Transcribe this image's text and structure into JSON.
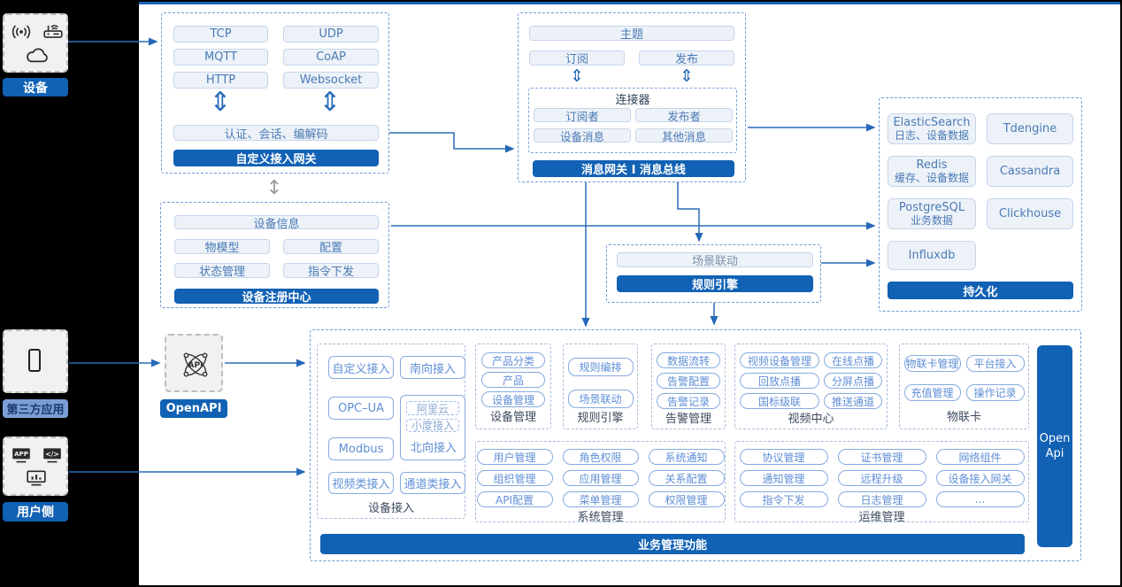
{
  "colors": {
    "primary_blue": "#1161b4",
    "line_blue": "#2b6cb8",
    "pill_border": "#85abdf",
    "pill_text": "#5e8ed6",
    "light_fill": "#edf2f8",
    "light_border": "#c6d4ea",
    "light_text": "#4a7ab5",
    "third_party_label_bg": "#7b9fd4",
    "canvas_bg": "#000000"
  },
  "glyphs": {
    "double_v": "⇕",
    "thin_v": "↕",
    "app": "APP",
    "code": "</>",
    "api": "API"
  },
  "left_panel": {
    "device": {
      "label": "设备"
    },
    "third_party": {
      "label": "第三方应用"
    },
    "user_side": {
      "label": "用户侧"
    }
  },
  "openapi": {
    "label": "OpenAPI"
  },
  "custom_gateway": {
    "title": "自定义接入网关",
    "protocols": [
      "TCP",
      "UDP",
      "MQTT",
      "CoAP",
      "HTTP",
      "Websocket"
    ],
    "session": "认证、会话、编解码"
  },
  "message_bus": {
    "title": "消息网关 I 消息总线",
    "topic": "主题",
    "subscribe": "订阅",
    "publish": "发布",
    "connector": {
      "title": "连接器",
      "subscriber": "订阅者",
      "publisher": "发布者",
      "device_msg": "设备消息",
      "other_msg": "其他消息"
    }
  },
  "persistence": {
    "title": "持久化",
    "stores": [
      {
        "name": "ElasticSearch",
        "desc": "日志、设备数据"
      },
      {
        "name": "Tdengine",
        "desc": ""
      },
      {
        "name": "Redis",
        "desc": "缓存、设备数据"
      },
      {
        "name": "Cassandra",
        "desc": ""
      },
      {
        "name": "PostgreSQL",
        "desc": "业务数据"
      },
      {
        "name": "Clickhouse",
        "desc": ""
      },
      {
        "name": "Influxdb",
        "desc": ""
      }
    ]
  },
  "device_registry": {
    "title": "设备注册中心",
    "device_info": "设备信息",
    "thing_model": "物模型",
    "config": "配置",
    "status_mgmt": "状态管理",
    "command_dispatch": "指令下发"
  },
  "rule_engine_box": {
    "title": "规则引擎",
    "scene_linkage": "场景联动"
  },
  "business": {
    "title": "业务管理功能",
    "open_api": "Open Api",
    "device_access": {
      "label": "设备接入",
      "custom": "自定义接入",
      "south": "南向接入",
      "opcua": "OPC–UA",
      "aliyun": "阿里云",
      "xiaodu": "小度接入",
      "north": "北向接入",
      "modbus": "Modbus",
      "video": "视频类接入",
      "channel": "通道类接入"
    },
    "device_mgmt": {
      "label": "设备管理",
      "items": [
        "产品分类",
        "产品",
        "设备管理"
      ]
    },
    "rule_engine": {
      "label": "规则引擎",
      "items": [
        "规则编排",
        "场景联动"
      ]
    },
    "alarm_mgmt": {
      "label": "告警管理",
      "items": [
        "数据流转",
        "告警配置",
        "告警记录"
      ]
    },
    "video_center": {
      "label": "视频中心",
      "items": [
        "视频设备管理",
        "在线点播",
        "回放点播",
        "分屏点播",
        "国标级联",
        "推送通道"
      ]
    },
    "iot_card": {
      "label": "物联卡",
      "items": [
        "物联卡管理",
        "平台接入",
        "充值管理",
        "操作记录"
      ]
    },
    "system_mgmt": {
      "label": "系统管理",
      "items": [
        "用户管理",
        "角色权限",
        "系统通知",
        "组织管理",
        "应用管理",
        "关系配置",
        "API配置",
        "菜单管理",
        "权限管理"
      ]
    },
    "ops_mgmt": {
      "label": "运维管理",
      "items": [
        "协议管理",
        "证书管理",
        "网络组件",
        "通知管理",
        "远程升级",
        "设备接入网关",
        "指令下发",
        "日志管理",
        "..."
      ]
    }
  }
}
